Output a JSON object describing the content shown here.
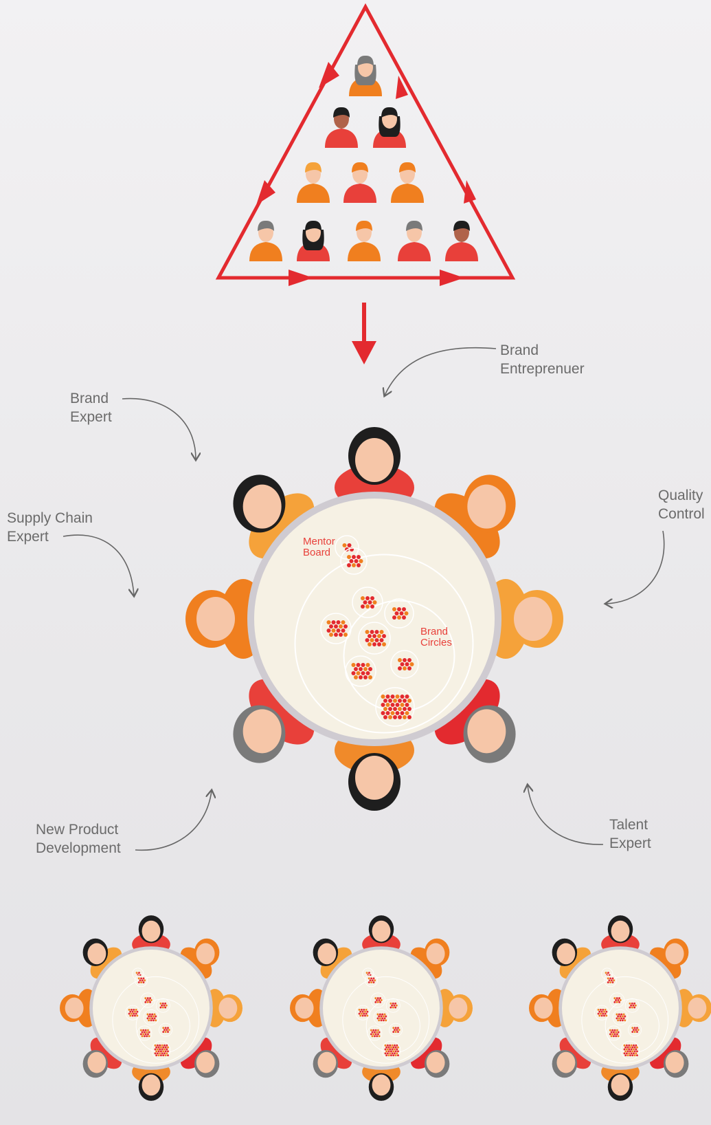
{
  "labels": {
    "brand_entrepreneur": [
      "Brand",
      "Entreprenuer"
    ],
    "brand_expert": [
      "Brand",
      "Expert"
    ],
    "supply_chain_expert": [
      "Supply Chain",
      "Expert"
    ],
    "quality_control": [
      "Quality",
      "Control"
    ],
    "new_product_development": [
      "New Product",
      "Development"
    ],
    "talent_expert": [
      "Talent",
      "Expert"
    ]
  },
  "table_labels": {
    "mentor_board": [
      "Mentor",
      "Board"
    ],
    "brand_circles": [
      "Brand",
      "Circles"
    ]
  },
  "colors": {
    "accent_red": "#e32a2f",
    "orange": "#f07f1f",
    "orange_light": "#f5a23a",
    "skin": "#f6c6a8",
    "skin_dark": "#b0634a",
    "hair_dark": "#1e1e1e",
    "hair_grey": "#7a7a7a",
    "table_fill": "#f6f1e4",
    "table_rim": "#cfcbd1",
    "label_grey": "#6b6b6b"
  },
  "icons": [
    "person-avatar-icon",
    "arrow-down-icon",
    "curved-arrow-icon",
    "dot-cluster-icon"
  ]
}
